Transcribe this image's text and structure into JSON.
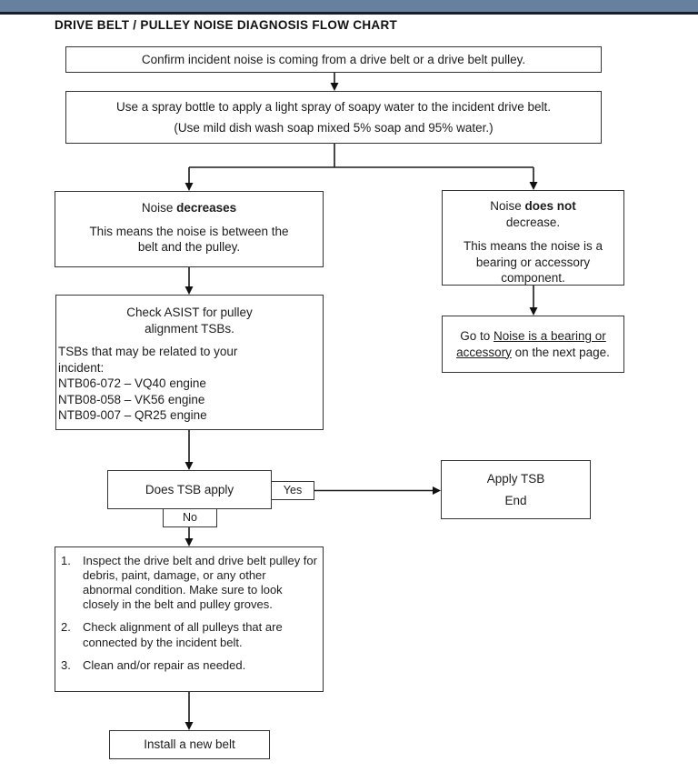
{
  "header": {
    "title": "DRIVE BELT / PULLEY NOISE DIAGNOSIS FLOW CHART"
  },
  "colors": {
    "top_bar": "#66819f",
    "top_bar_edge": "#161f29",
    "box_border": "#343434",
    "text": "#1c1c1c"
  },
  "flowchart": {
    "confirm_box": {
      "text": "Confirm incident noise is coming from a drive belt or a drive belt pulley."
    },
    "spray_box": {
      "line1": "Use a spray bottle to apply a light spray of soapy water to the incident drive belt.",
      "line2": "(Use mild dish wash soap mixed 5% soap and 95% water.)"
    },
    "noise_decreases_box": {
      "heading_prefix": "Noise ",
      "heading_bold": "decreases",
      "body": "This means the noise is between the belt and the pulley."
    },
    "noise_not_decrease_box": {
      "heading_prefix": "Noise ",
      "heading_bold": "does not",
      "heading_line2": "decrease.",
      "body": "This means the noise is a bearing or accessory component."
    },
    "check_asist_box": {
      "heading_line1": "Check ASIST for pulley",
      "heading_line2": "alignment TSBs.",
      "body_intro": "TSBs that may be related to your incident:",
      "tsb_list": [
        "NTB06-072 – VQ40 engine",
        "NTB08-058 – VK56 engine",
        "NTB09-007 – QR25 engine"
      ]
    },
    "goto_box": {
      "prefix": "Go to ",
      "reference": "Noise is a bearing or accessory",
      "suffix": " on the next page."
    },
    "does_tsb_box": {
      "text": "Does TSB apply"
    },
    "yes_connector_label": "Yes",
    "no_connector_label": "No",
    "apply_tsb_box": {
      "line1": "Apply TSB",
      "line2": "End"
    },
    "inspect_box": {
      "items": [
        {
          "num": "1.",
          "text": "Inspect the drive belt and drive belt pulley for debris, paint, damage, or any other abnormal condition. Make sure to look closely in the belt and pulley groves."
        },
        {
          "num": "2.",
          "text": "Check alignment of all pulleys that are connected by the incident belt."
        },
        {
          "num": "3.",
          "text": "Clean and/or repair as needed."
        }
      ]
    },
    "install_box": {
      "text": "Install a new belt"
    }
  }
}
